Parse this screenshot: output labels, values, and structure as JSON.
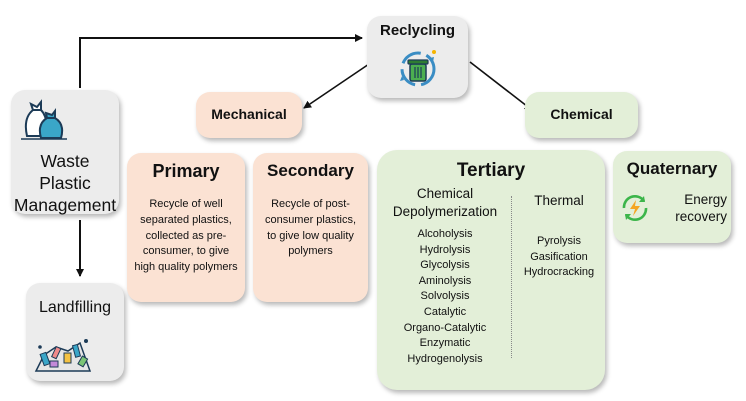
{
  "waste": {
    "title": "Waste Plastic Management"
  },
  "recycling": {
    "title": "Reclycling"
  },
  "landfilling": {
    "title": "Landfilling"
  },
  "mechanical": {
    "title": "Mechanical"
  },
  "chemical": {
    "title": "Chemical"
  },
  "primary": {
    "title": "Primary",
    "description": "Recycle of well separated plastics, collected as pre-consumer, to give high quality polymers"
  },
  "secondary": {
    "title": "Secondary",
    "description": "Recycle of post-consumer plastics, to give low quality polymers"
  },
  "tertiary": {
    "title": "Tertiary",
    "chemical_depolymerization": {
      "title": "Chemical Depolymerization",
      "methods": [
        "Alcoholysis",
        "Hydrolysis",
        "Glycolysis",
        "Aminolysis",
        "Solvolysis",
        "Catalytic",
        "Organo-Catalytic",
        "Enzymatic",
        "Hydrogenolysis"
      ]
    },
    "thermal": {
      "title": "Thermal",
      "methods": [
        "Pyrolysis",
        "Gasification",
        "Hydrocracking"
      ]
    }
  },
  "quaternary": {
    "title": "Quaternary",
    "description": "Energy recovery"
  },
  "icons": {
    "waste": "garbage-bags-icon",
    "recycling": "recycle-bin-icon",
    "landfill": "waste-pile-icon",
    "energy": "energy-recovery-icon"
  },
  "colors": {
    "grey_box": "#ececec",
    "peach_box": "#fbe2d3",
    "green_box": "#e3efd8",
    "energy_icon": "#3cb54a",
    "energy_bolt": "#f5a623"
  }
}
